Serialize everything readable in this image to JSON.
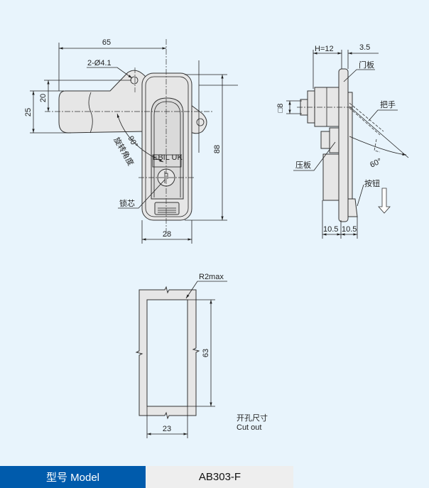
{
  "front_view": {
    "dim_width_total": "65",
    "dim_hole": "2-Ø4.1",
    "dim_20": "20",
    "dim_25": "25",
    "dim_height": "88",
    "dim_width": "28",
    "rotation_angle": "90°",
    "rotation_label": "旋转角度",
    "brand_text": "EBIL UK",
    "lock_core_label": "锁芯"
  },
  "side_view": {
    "dim_h": "H=12",
    "dim_35": "3.5",
    "dim_d8": "□8",
    "door_panel_label": "门板",
    "handle_label": "把手",
    "angle": "60°",
    "press_plate_label": "压板",
    "button_label": "按钮",
    "dim_left": "10.5",
    "dim_right": "10.5"
  },
  "cutout": {
    "radius": "R2max",
    "dim_height": "63",
    "dim_width": "23",
    "title_cn": "开孔尺寸",
    "title_en": "Cut out"
  },
  "model_bar": {
    "label": "型号 Model",
    "value": "AB303-F"
  },
  "colors": {
    "background": "#e8f4fc",
    "label_bg": "#005bac",
    "value_bg": "#eeeeee"
  }
}
